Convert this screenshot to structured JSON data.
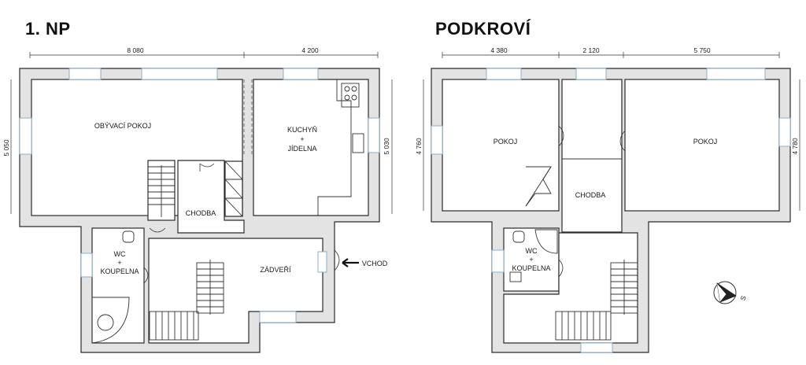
{
  "floors": [
    {
      "title": "1. NP",
      "dims": [
        "8 080",
        "4 200",
        "5 050",
        "5 030"
      ],
      "rooms": [
        "OBÝVACÍ POKOJ",
        "KUCHYŇ",
        "+",
        "JÍDELNA",
        "CHODBA",
        "WC",
        "+",
        "KOUPELNA",
        "ZÁDVEŘÍ"
      ],
      "entrance": "VCHOD"
    },
    {
      "title": "PODKROVÍ",
      "dims": [
        "4 380",
        "2 120",
        "5 750",
        "4 760",
        "4 780"
      ],
      "rooms": [
        "POKOJ",
        "POKOJ",
        "CHODBA",
        "WC",
        "+",
        "KOUPELNA"
      ]
    }
  ],
  "compass": {
    "label": "S"
  }
}
